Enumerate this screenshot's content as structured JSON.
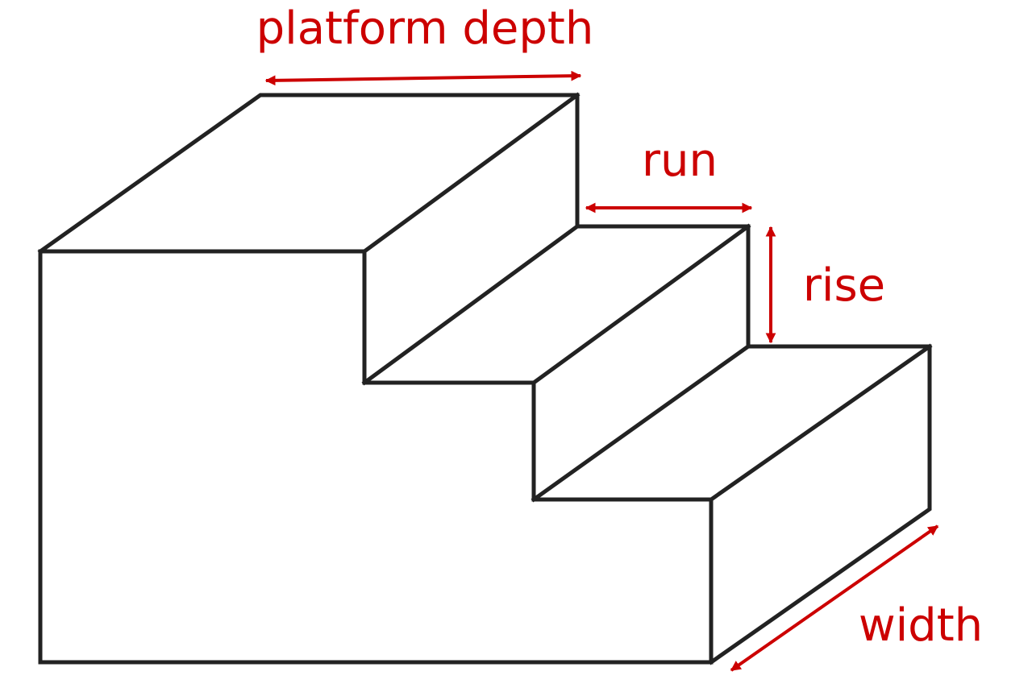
{
  "labels": {
    "platform_depth": "platform depth",
    "run": "run",
    "rise": "rise",
    "width": "width"
  },
  "colors": {
    "outline": "#222222",
    "annotation": "#cc0000",
    "background": "#ffffff"
  }
}
